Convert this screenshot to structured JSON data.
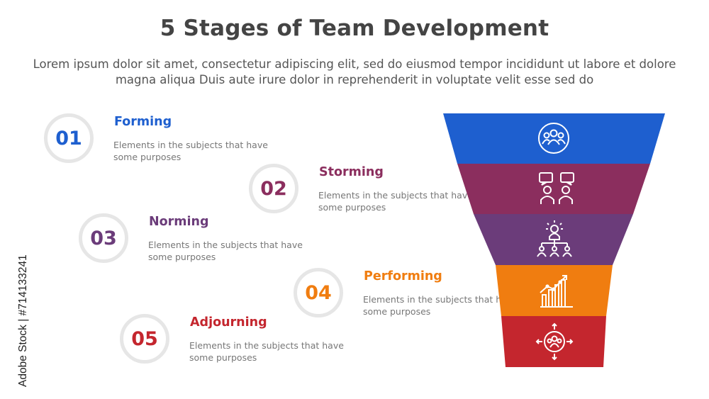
{
  "header": {
    "title": "5 Stages of Team Development",
    "subtitle": "Lorem ipsum dolor sit amet, consectetur adipiscing elit, sed do eiusmod tempor incididunt ut labore et dolore magna aliqua Duis aute irure dolor in reprehenderit in voluptate velit esse sed do"
  },
  "watermark": "Adobe Stock | #714133241",
  "stages": [
    {
      "number": "01",
      "title": "Forming",
      "description": "Elements in the subjects that have some purposes",
      "color": "#1e5fcf",
      "icon": "team-group-icon"
    },
    {
      "number": "02",
      "title": "Storming",
      "description": "Elements in the subjects that have some purposes",
      "color": "#8b2e5e",
      "icon": "discussion-people-icon"
    },
    {
      "number": "03",
      "title": "Norming",
      "description": "Elements in the subjects that have some purposes",
      "color": "#6b3c7a",
      "icon": "hierarchy-idea-icon"
    },
    {
      "number": "04",
      "title": "Performing",
      "description": "Elements in the subjects that have some purposes",
      "color": "#f07d10",
      "icon": "growth-chart-icon"
    },
    {
      "number": "05",
      "title": "Adjourning",
      "description": "Elements in the subjects that have some purposes",
      "color": "#c4262e",
      "icon": "team-disperse-icon"
    }
  ]
}
